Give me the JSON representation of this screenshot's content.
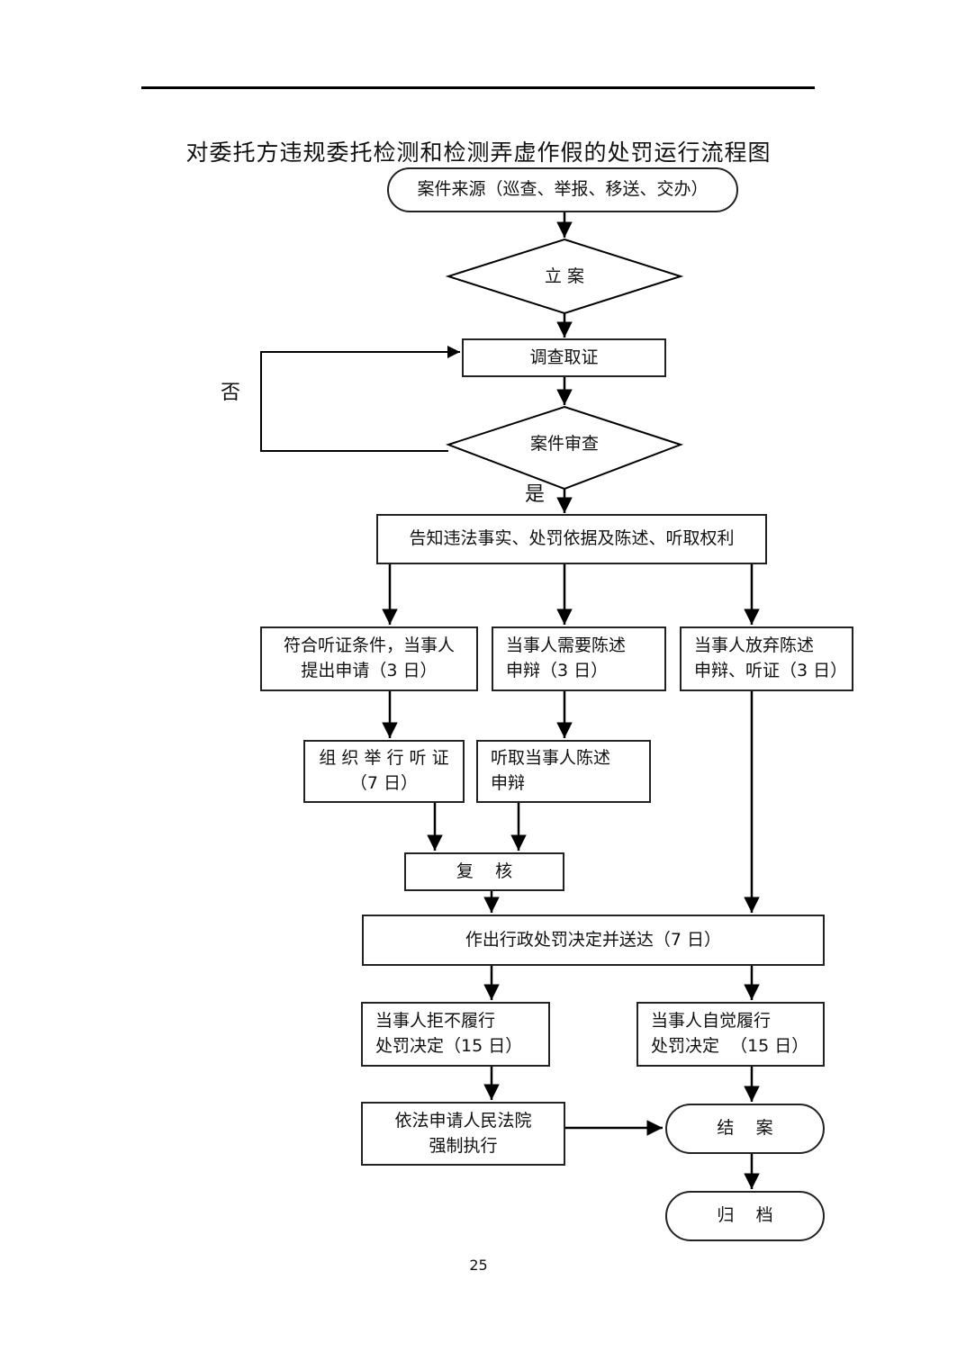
{
  "title": "对委托方违规委托检测和检测弄虚作假的处罚运行流程图",
  "nodes": {
    "source": "案件来源（巡查、举报、移送、交办）",
    "register": "立 案",
    "investigate": "调查取证",
    "review": "案件审查",
    "notify": "告知违法事实、处罚依据及陈述、听取权利",
    "hearing_apply": "符合听证条件，当事人\n提出申请（3 日）",
    "statement_need": "当事人需要陈述\n申辩（3 日）",
    "waive": "当事人放弃陈述\n申辩、听证（3 日）",
    "hold_hearing": "组 织 举 行 听 证\n（7 日）",
    "hear_statement": "听取当事人陈述\n申辩",
    "recheck": "复    核",
    "decision": "作出行政处罚决定并送达（7 日）",
    "refuse": "当事人拒不履行\n处罚决定（15 日）",
    "comply": "当事人自觉履行\n处罚决定  （15 日）",
    "court": "依法申请人民法院\n强制执行",
    "close": "结    案",
    "archive": "归    档"
  },
  "labels": {
    "no": "否",
    "yes": "是"
  },
  "page_number": "25"
}
